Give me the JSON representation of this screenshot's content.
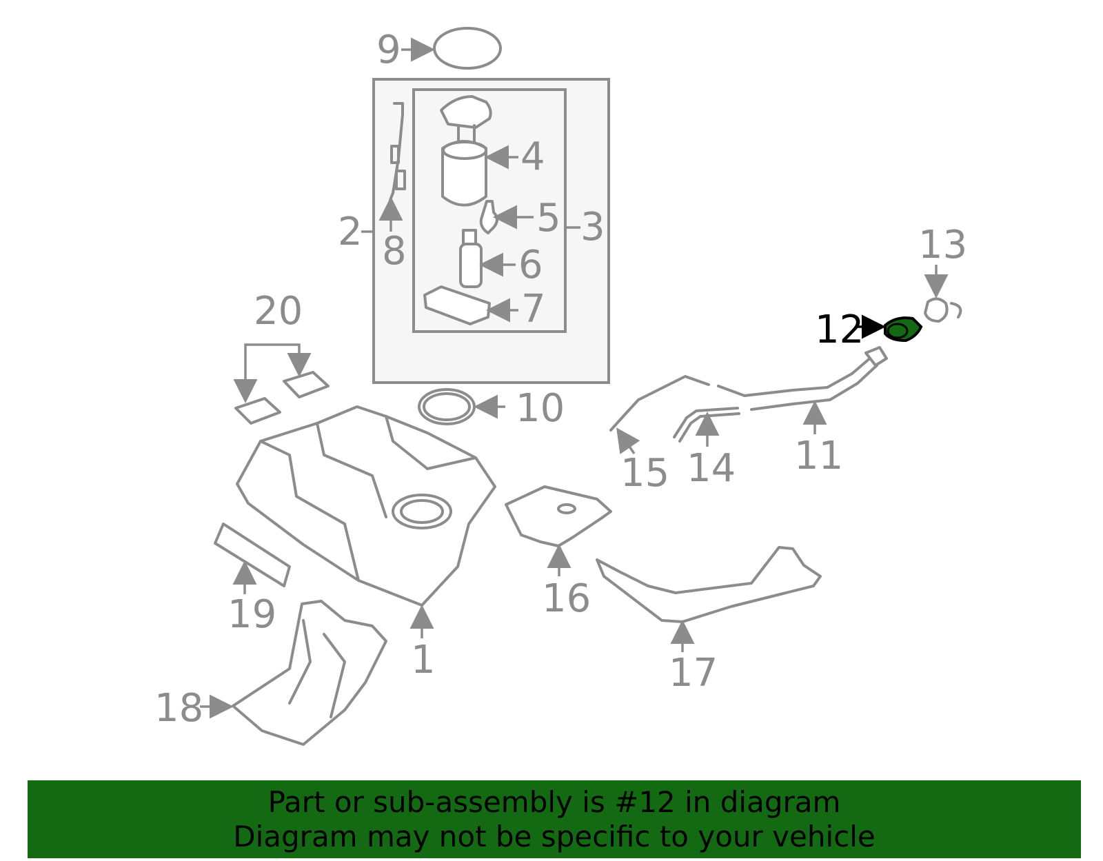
{
  "callouts": {
    "n1": "1",
    "n2": "2",
    "n3": "3",
    "n4": "4",
    "n5": "5",
    "n6": "6",
    "n7": "7",
    "n8": "8",
    "n9": "9",
    "n10": "10",
    "n11": "11",
    "n12": "12",
    "n13": "13",
    "n14": "14",
    "n15": "15",
    "n16": "16",
    "n17": "17",
    "n18": "18",
    "n19": "19",
    "n20": "20"
  },
  "highlighted_part": "12",
  "colors": {
    "highlight": "#136a13",
    "line": "#8c8c8c",
    "banner": "#136a13"
  },
  "banner": {
    "line1": "Part or sub-assembly is #12 in diagram",
    "line2": "Diagram may not be specific to your vehicle"
  }
}
